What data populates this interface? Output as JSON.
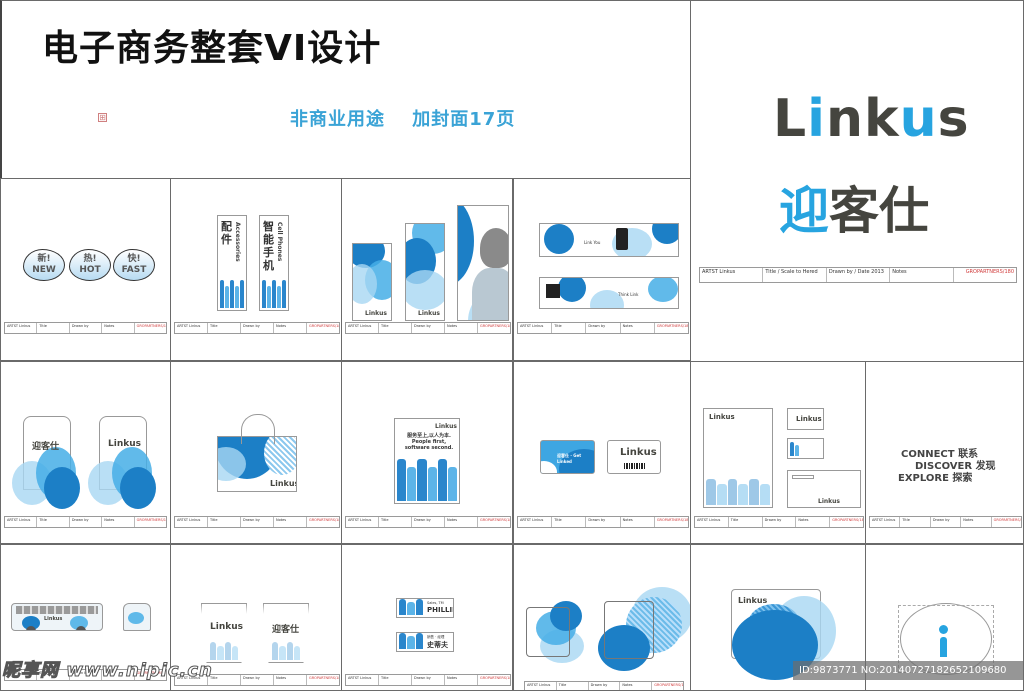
{
  "cover": {
    "title": "电子商务整套VI设计",
    "subtitle_left": "非商业用途",
    "subtitle_right": "加封面17页",
    "marker_glyph": "⊞"
  },
  "logo_sheet": {
    "logo_en_parts": [
      "L",
      "i",
      "nk",
      "u",
      "s"
    ],
    "logo_cn_parts": [
      "迎",
      "客仕"
    ],
    "title_block": [
      "ARTST   Linkus",
      "Title / Scale to Hered",
      "Drawn by / Date 2013",
      "Notes",
      "GROPARTNERS/180"
    ]
  },
  "brand": {
    "primary_color": "#27a4e0",
    "dark_color": "#45453f",
    "deep_blue": "#1c7fc6",
    "light_blue": "#a8d7f2"
  },
  "sheets": [
    {
      "id": "badges",
      "badges": [
        {
          "zh": "新!",
          "en": "NEW"
        },
        {
          "zh": "热!",
          "en": "HOT"
        },
        {
          "zh": "快!",
          "en": "FAST"
        }
      ]
    },
    {
      "id": "banners",
      "banners": [
        {
          "zh": "配件",
          "en": "Accessories"
        },
        {
          "zh": "智能手机",
          "en": "Cell Phones"
        }
      ]
    },
    {
      "id": "posters",
      "logo": "Linkus"
    },
    {
      "id": "web-banners",
      "labels": [
        "Link You",
        "Think Link"
      ]
    },
    {
      "id": "shopping-bags",
      "bag_labels": [
        "迎客仕",
        "Linkus"
      ]
    },
    {
      "id": "tote-bag",
      "logo": "Linkus"
    },
    {
      "id": "poster-slogan",
      "logo": "Linkus",
      "slogan_cn": "服务至上,以人为本.",
      "slogan_en_1": "People first,",
      "slogan_en_2": "software second."
    },
    {
      "id": "cards",
      "card_front": "迎客仕 · Get Linked",
      "card_back": "Linkus"
    },
    {
      "id": "stationery",
      "logo": "Linkus"
    },
    {
      "id": "taglines",
      "lines": [
        {
          "en": "CONNECT",
          "zh": "联系"
        },
        {
          "en": "DISCOVER",
          "zh": "发现"
        },
        {
          "en": "EXPLORE",
          "zh": "探索"
        }
      ]
    },
    {
      "id": "bus",
      "logo": "Linkus"
    },
    {
      "id": "cups",
      "cup_labels": [
        "Linkus",
        "迎客仕"
      ]
    },
    {
      "id": "name-tags",
      "tags": [
        {
          "line1": "Sales, TM",
          "name": "PHILLIP"
        },
        {
          "line1": "销售 · 经理",
          "name": "史蒂夫"
        }
      ]
    },
    {
      "id": "t-shirts"
    },
    {
      "id": "mousepad",
      "logo": "Linkus"
    },
    {
      "id": "info-sign",
      "icon": "i"
    }
  ],
  "title_block_generic": [
    "ARTST  Linkus",
    "Title",
    "Drawn by",
    "Notes",
    "GROPARTNERS/180"
  ],
  "watermarks": {
    "left": "昵享网 www.nipic.cn",
    "right": "ID:9873771 NO:20140727182652109680"
  }
}
